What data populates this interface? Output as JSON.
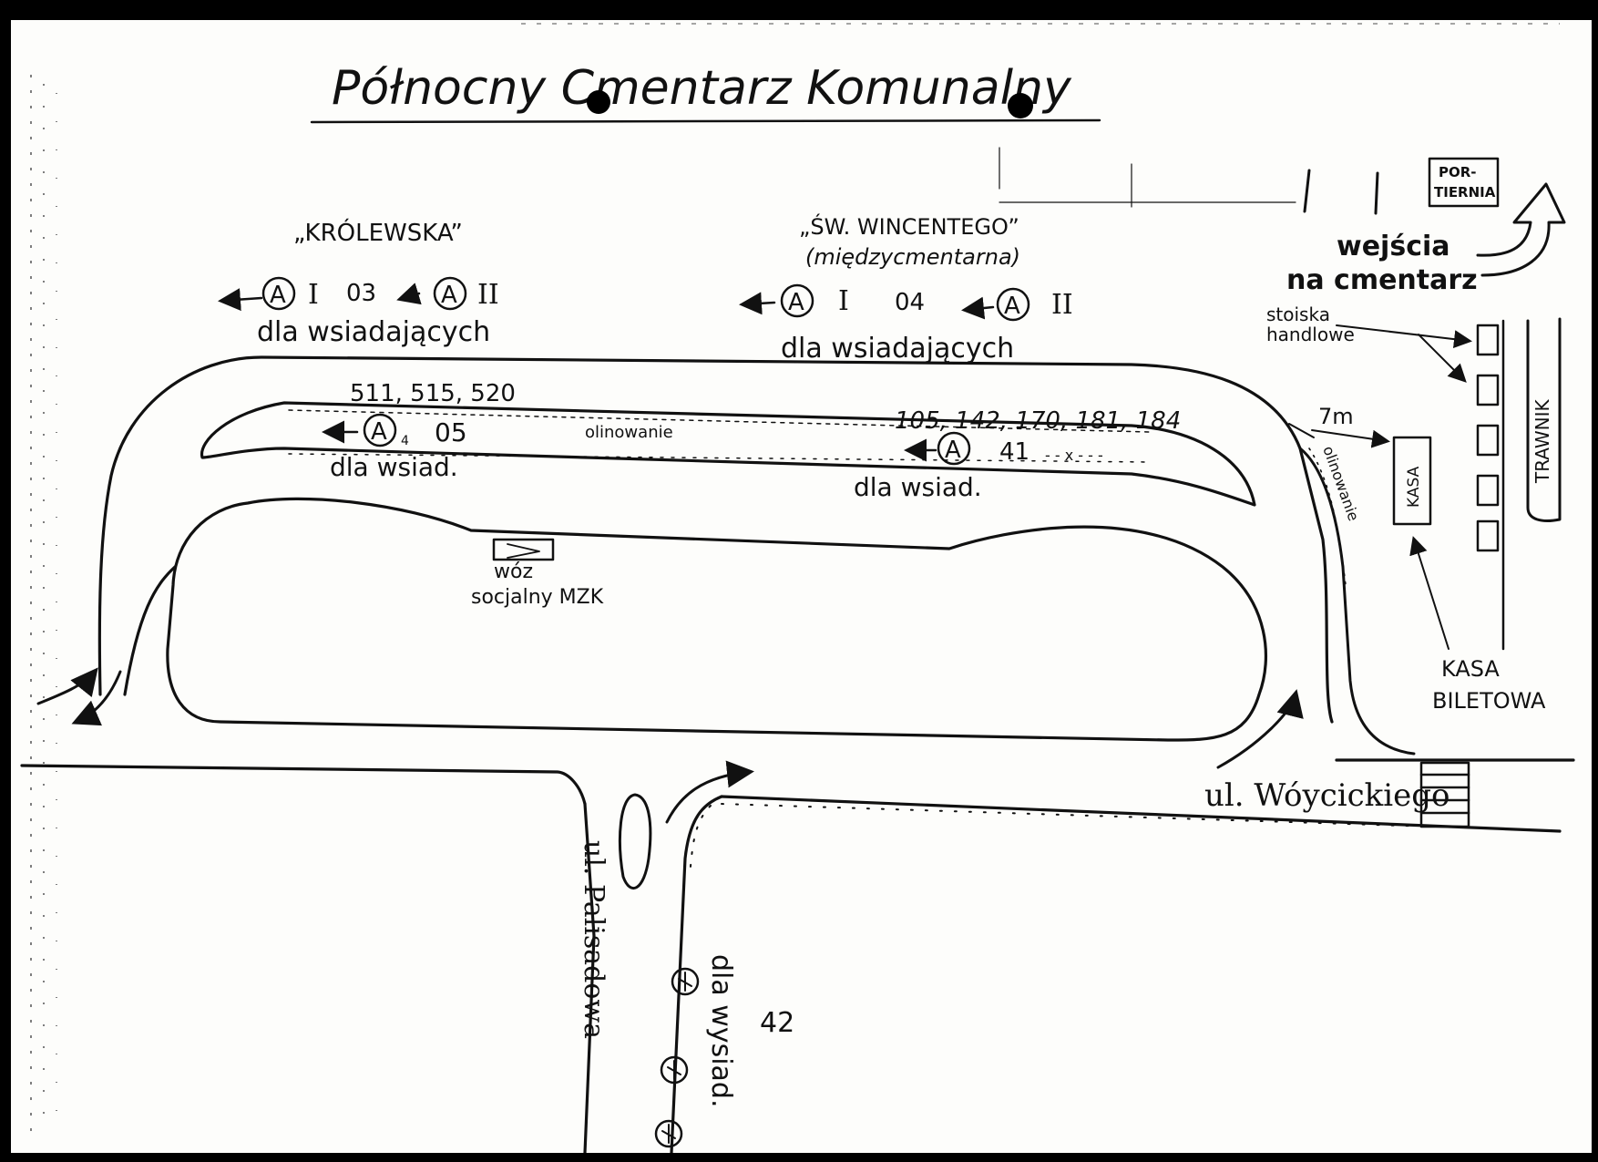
{
  "title": "Północny Cmentarz Komunalny",
  "stops": {
    "krolewska": {
      "name": "„KRÓLEWSKA”",
      "stop_a": "A",
      "platform_1": "I",
      "platform_2": "II",
      "number": "03",
      "note": "dla wsiadających"
    },
    "wincentego": {
      "name": "„ŚW. WINCENTEGO”",
      "subname": "(międzycmentarna)",
      "stop_a": "A",
      "platform_1": "I",
      "platform_2": "II",
      "number": "04",
      "note": "dla wsiadających"
    },
    "island_west": {
      "lines": "511, 515, 520",
      "stop_a": "A",
      "sub": "4",
      "number": "05",
      "note": "dla wsiad."
    },
    "island_east": {
      "lines": "105, 142, 170, 181, 184",
      "stop_a": "A",
      "number": "41",
      "note": "dla wsiad."
    },
    "palisadowa": {
      "number": "42",
      "note": "dla wysiad."
    }
  },
  "labels": {
    "olinowanie_1": "olinowanie",
    "olinowanie_2": "olinowanie",
    "woz_1": "wóz",
    "woz_2": "socjalny MZK",
    "portiernia_1": "POR-",
    "portiernia_2": "TIERNIA",
    "wejscia_1": "wejścia",
    "wejscia_2": "na cmentarz",
    "stoiska_1": "stoiska",
    "stoiska_2": "handlowe",
    "trawnik": "TRAWNIK",
    "kasa": "KASA",
    "kasa_bil_1": "KASA",
    "kasa_bil_2": "BILETOWA",
    "distance": "7m",
    "street_woycickiego": "ul. Wóycickiego",
    "street_palisadowa": "ul. Palisadowa",
    "dash_mark": "- - x - - -"
  }
}
